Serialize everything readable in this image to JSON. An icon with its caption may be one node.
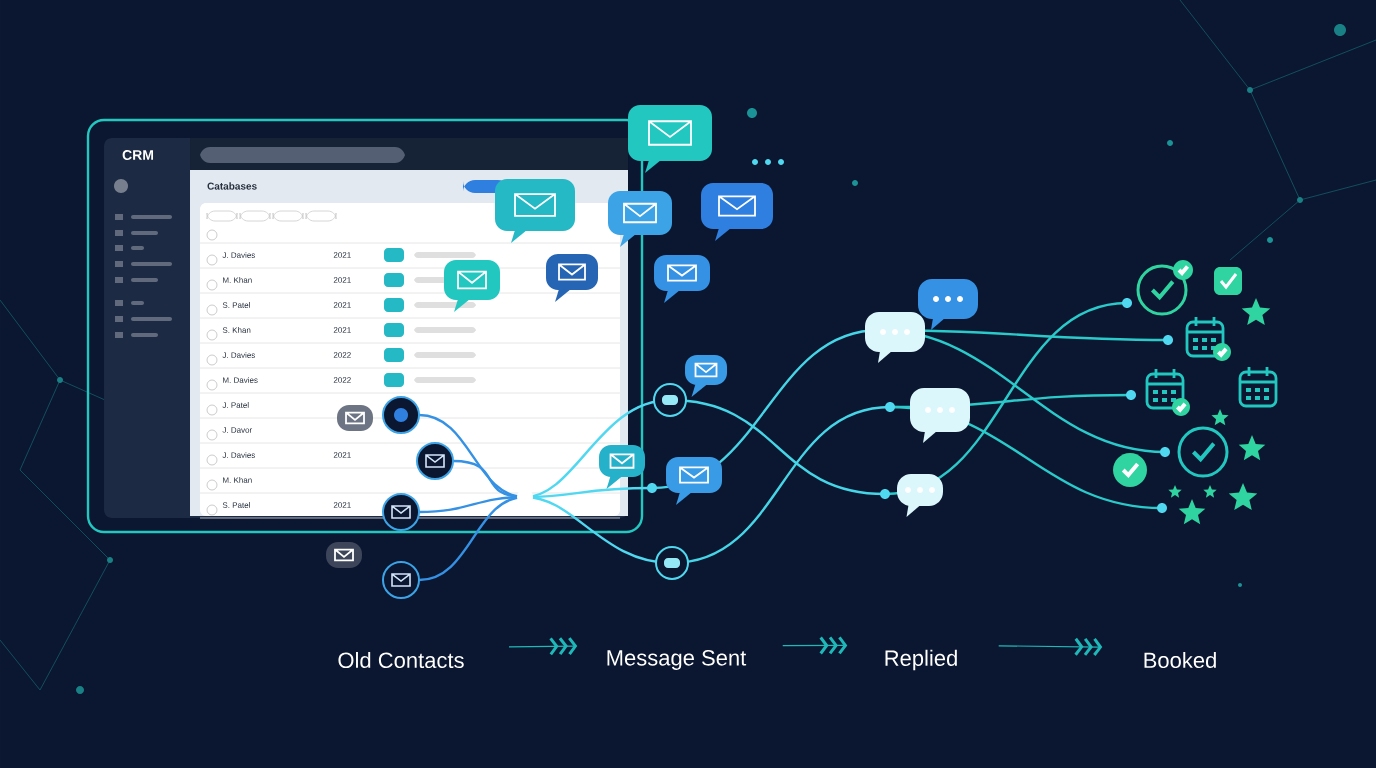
{
  "diagram": {
    "nodes": [
      {
        "text": [
          "Old Contacts"
        ]
      },
      {
        "text": [
          "Message Sent"
        ]
      },
      {
        "text": [
          "Replied"
        ]
      },
      {
        "text": [
          "Booked"
        ]
      }
    ],
    "edges": [
      {
        "from": 0,
        "to": 1,
        "arrow": "to"
      },
      {
        "from": 1,
        "to": 2,
        "arrow": "to"
      },
      {
        "from": 2,
        "to": 3,
        "arrow": "to"
      }
    ],
    "labels": [
      "CRM",
      "Catabases",
      "J. Davies",
      "2021",
      "M. Khan",
      "2021",
      "S. Patel",
      "2021",
      "S. Khan",
      "2021",
      "J. Davies",
      "2022",
      "M. Davies",
      "2022",
      "J. Patel",
      "J. Davor",
      "J. Davies",
      "2021",
      "M. Khan",
      "S. Patel",
      "2021"
    ]
  }
}
